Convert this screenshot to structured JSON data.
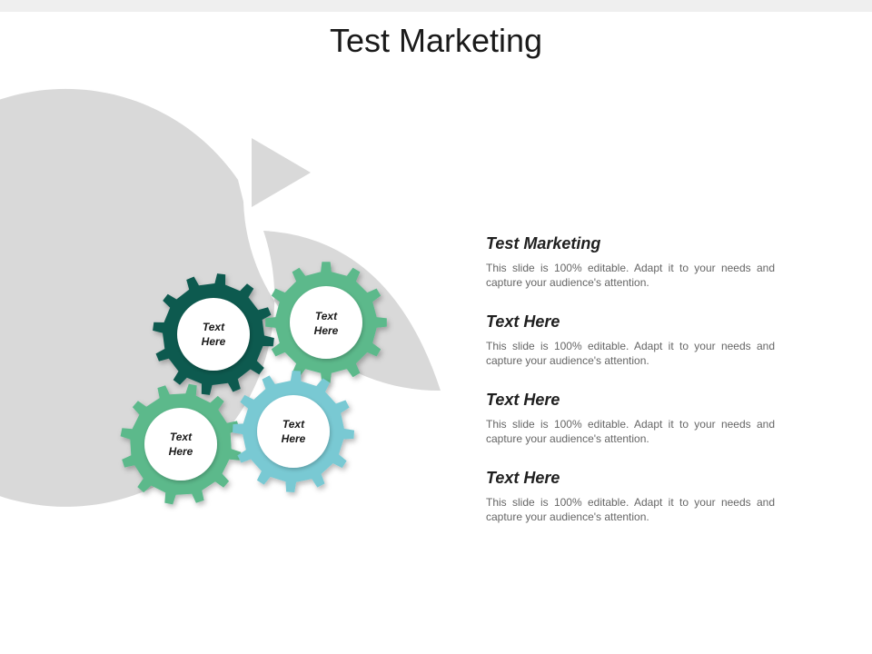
{
  "title": "Test Marketing",
  "gears": [
    {
      "label_line1": "Text",
      "label_line2": "Here",
      "color": "#0f5a50"
    },
    {
      "label_line1": "Text",
      "label_line2": "Here",
      "color": "#5bb98b"
    },
    {
      "label_line1": "Text",
      "label_line2": "Here",
      "color": "#5bb98b"
    },
    {
      "label_line1": "Text",
      "label_line2": "Here",
      "color": "#79c9d3"
    }
  ],
  "arrow_color": "#d9d9d9",
  "items": [
    {
      "heading": "Test Marketing",
      "body": "This slide is 100% editable. Adapt it to your needs and capture your audience's attention."
    },
    {
      "heading": "Text Here",
      "body": "This slide is 100% editable. Adapt it to your needs and capture your audience's attention."
    },
    {
      "heading": "Text Here",
      "body": "This slide is 100% editable. Adapt it to your needs and capture your audience's attention."
    },
    {
      "heading": "Text Here",
      "body": "This slide is 100% editable. Adapt it to your needs and capture your audience's attention."
    }
  ]
}
